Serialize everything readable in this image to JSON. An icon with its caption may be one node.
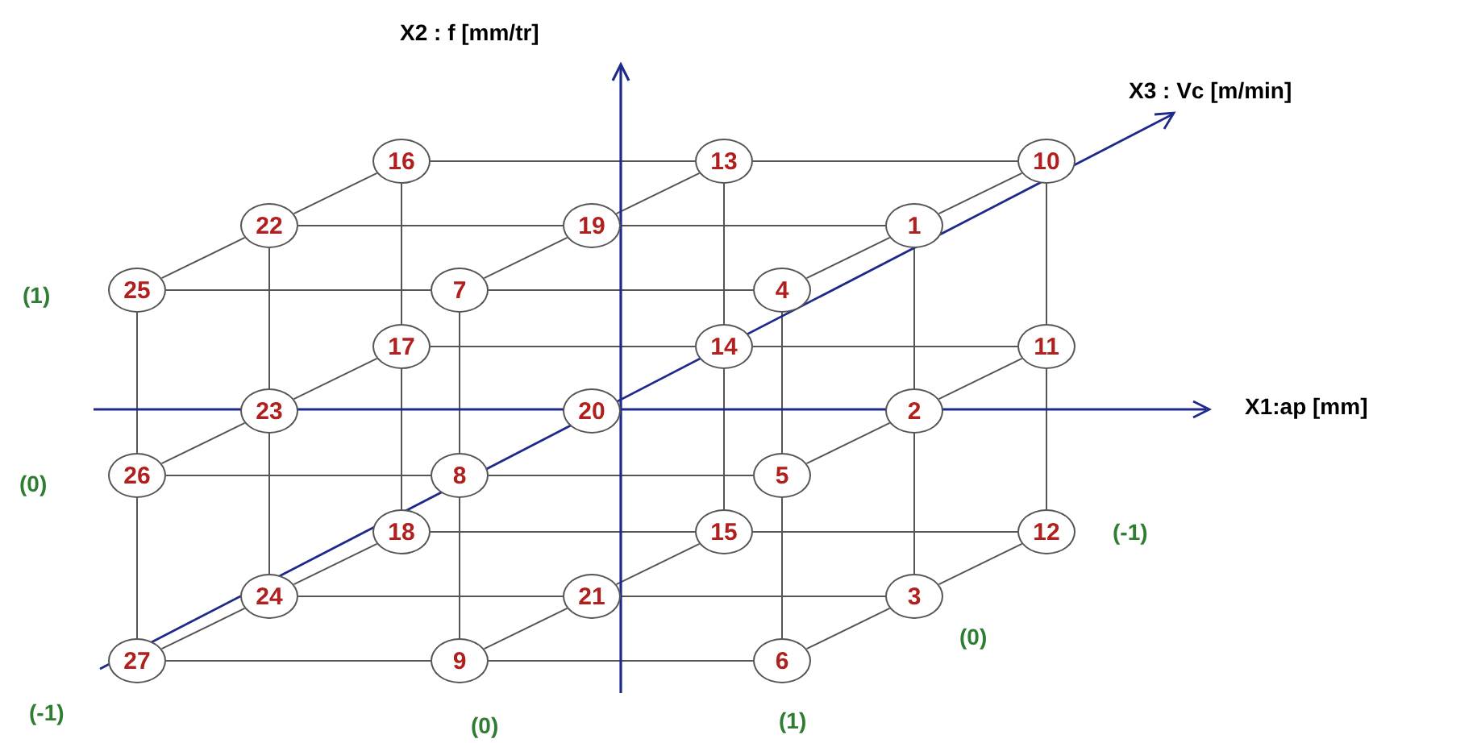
{
  "diagram": {
    "nodes": [
      {
        "text": [
          "1"
        ]
      },
      {
        "text": [
          "2"
        ]
      },
      {
        "text": [
          "3"
        ]
      },
      {
        "text": [
          "4"
        ]
      },
      {
        "text": [
          "5"
        ]
      },
      {
        "text": [
          "6"
        ]
      },
      {
        "text": [
          "7"
        ]
      },
      {
        "text": [
          "8"
        ]
      },
      {
        "text": [
          "9"
        ]
      },
      {
        "text": [
          "10"
        ]
      },
      {
        "text": [
          "11"
        ]
      },
      {
        "text": [
          "12"
        ]
      },
      {
        "text": [
          "13"
        ]
      },
      {
        "text": [
          "14"
        ]
      },
      {
        "text": [
          "15"
        ]
      },
      {
        "text": [
          "16"
        ]
      },
      {
        "text": [
          "17"
        ]
      },
      {
        "text": [
          "18"
        ]
      },
      {
        "text": [
          "19"
        ]
      },
      {
        "text": [
          "20"
        ]
      },
      {
        "text": [
          "21"
        ]
      },
      {
        "text": [
          "22"
        ]
      },
      {
        "text": [
          "23"
        ]
      },
      {
        "text": [
          "24"
        ]
      },
      {
        "text": [
          "25"
        ]
      },
      {
        "text": [
          "26"
        ]
      },
      {
        "text": [
          "27"
        ]
      }
    ],
    "edges": [
      {
        "from": 24,
        "to": 6,
        "arrow": "none"
      },
      {
        "from": 6,
        "to": 3,
        "arrow": "none"
      },
      {
        "from": 25,
        "to": 7,
        "arrow": "none"
      },
      {
        "from": 7,
        "to": 4,
        "arrow": "none"
      },
      {
        "from": 26,
        "to": 8,
        "arrow": "none"
      },
      {
        "from": 8,
        "to": 5,
        "arrow": "none"
      },
      {
        "from": 21,
        "to": 18,
        "arrow": "none"
      },
      {
        "from": 18,
        "to": 0,
        "arrow": "none"
      },
      {
        "from": 23,
        "to": 20,
        "arrow": "none"
      },
      {
        "from": 20,
        "to": 2,
        "arrow": "none"
      },
      {
        "from": 15,
        "to": 12,
        "arrow": "none"
      },
      {
        "from": 12,
        "to": 9,
        "arrow": "none"
      },
      {
        "from": 16,
        "to": 13,
        "arrow": "none"
      },
      {
        "from": 13,
        "to": 10,
        "arrow": "none"
      },
      {
        "from": 17,
        "to": 14,
        "arrow": "none"
      },
      {
        "from": 14,
        "to": 11,
        "arrow": "none"
      },
      {
        "from": 24,
        "to": 25,
        "arrow": "none"
      },
      {
        "from": 25,
        "to": 26,
        "arrow": "none"
      },
      {
        "from": 6,
        "to": 7,
        "arrow": "none"
      },
      {
        "from": 7,
        "to": 8,
        "arrow": "none"
      },
      {
        "from": 3,
        "to": 4,
        "arrow": "none"
      },
      {
        "from": 4,
        "to": 5,
        "arrow": "none"
      },
      {
        "from": 21,
        "to": 22,
        "arrow": "none"
      },
      {
        "from": 22,
        "to": 23,
        "arrow": "none"
      },
      {
        "from": 0,
        "to": 1,
        "arrow": "none"
      },
      {
        "from": 1,
        "to": 2,
        "arrow": "none"
      },
      {
        "from": 15,
        "to": 16,
        "arrow": "none"
      },
      {
        "from": 16,
        "to": 17,
        "arrow": "none"
      },
      {
        "from": 12,
        "to": 13,
        "arrow": "none"
      },
      {
        "from": 13,
        "to": 14,
        "arrow": "none"
      },
      {
        "from": 9,
        "to": 10,
        "arrow": "none"
      },
      {
        "from": 10,
        "to": 11,
        "arrow": "none"
      },
      {
        "from": 24,
        "to": 21,
        "arrow": "none"
      },
      {
        "from": 21,
        "to": 15,
        "arrow": "none"
      },
      {
        "from": 6,
        "to": 18,
        "arrow": "none"
      },
      {
        "from": 18,
        "to": 12,
        "arrow": "none"
      },
      {
        "from": 3,
        "to": 0,
        "arrow": "none"
      },
      {
        "from": 0,
        "to": 9,
        "arrow": "none"
      },
      {
        "from": 25,
        "to": 22,
        "arrow": "none"
      },
      {
        "from": 22,
        "to": 16,
        "arrow": "none"
      },
      {
        "from": 4,
        "to": 1,
        "arrow": "none"
      },
      {
        "from": 1,
        "to": 10,
        "arrow": "none"
      },
      {
        "from": 26,
        "to": 23,
        "arrow": "none"
      },
      {
        "from": 23,
        "to": 17,
        "arrow": "none"
      },
      {
        "from": 8,
        "to": 20,
        "arrow": "none"
      },
      {
        "from": 20,
        "to": 14,
        "arrow": "none"
      },
      {
        "from": 5,
        "to": 2,
        "arrow": "none"
      },
      {
        "from": 2,
        "to": 11,
        "arrow": "none"
      }
    ],
    "labels": [
      "X2 : f [mm/tr]",
      "X3 : Vc [m/min]",
      "(1)",
      "X1:ap [mm]",
      "(0)",
      "(-1)",
      "(0)",
      "(-1)",
      "(0)",
      "(1)"
    ]
  }
}
